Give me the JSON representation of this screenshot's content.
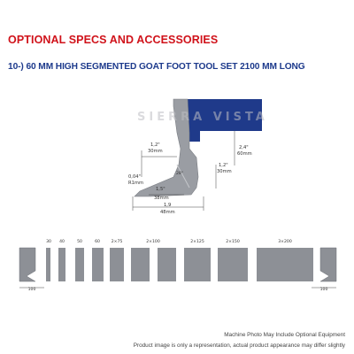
{
  "page": {
    "heading": "OPTIONAL SPECS AND ACCESSORIES",
    "subheading": "10-) 60 MM HIGH SEGMENTED GOAT FOOT TOOL SET 2100 MM LONG",
    "watermark": "SIERRA VISTA",
    "colors": {
      "heading": "#d0121a",
      "subheading": "#1d3a8c",
      "tool_steel": "#9a9da3",
      "tool_clamp": "#1f3a8a",
      "segment": "#8d9096"
    }
  },
  "profile_dims": {
    "top_angle": "1,2\"",
    "top_dist": "30mm",
    "right_height_in": "2,4\"",
    "right_height_mm": "60mm",
    "inner_height_in": "1,2\"",
    "inner_height_mm": "30mm",
    "tip_in": "0,04\"",
    "tip_radius": "R1mm",
    "angle": "28°",
    "bottom_in": "1,5\"",
    "bottom_mm": "38mm",
    "overall_in": "1,9",
    "overall_mm": "48mm"
  },
  "segments": {
    "labels": [
      "30",
      "40",
      "50",
      "60",
      "2×75",
      "2×100",
      "2×125",
      "2×150",
      "3×200"
    ],
    "left_end": "100",
    "right_end": "100"
  },
  "footer": {
    "line1": "Machine Photo May Include Optional Equipment",
    "line2": "Product image is only a representation, actual product appearance may differ slightly"
  }
}
